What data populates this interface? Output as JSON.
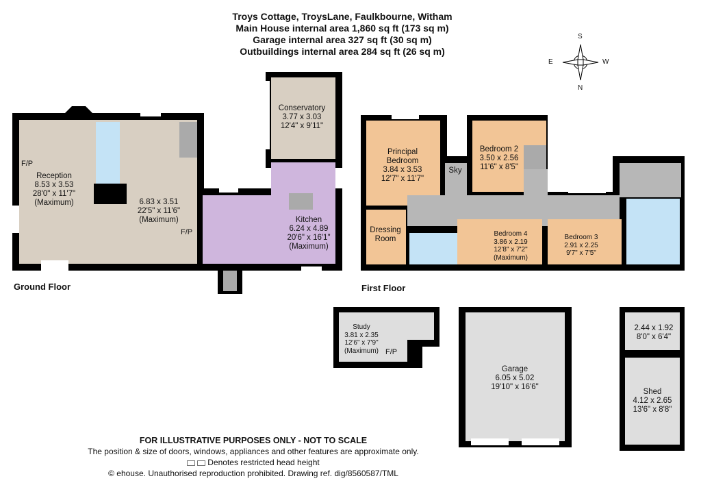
{
  "header": {
    "title": "Troys Cottage, TroysLane, Faulkbourne, Witham",
    "main_area": "Main House internal area 1,860 sq ft (173 sq m)",
    "garage_area": "Garage internal area 327 sq ft (30 sq m)",
    "outbuildings_area": "Outbuildings internal area 284 sq ft (26 sq m)"
  },
  "compass": {
    "n": "N",
    "s": "S",
    "e": "E",
    "w": "W"
  },
  "ground_floor": {
    "label": "Ground Floor",
    "fp": "F/P",
    "reception": {
      "name": "Reception",
      "metric": "8.53 x 3.53",
      "imperial": "28'0\" x 11'7\"",
      "note": "(Maximum)"
    },
    "living": {
      "metric": "6.83 x 3.51",
      "imperial": "22'5\" x 11'6\"",
      "note": "(Maximum)"
    },
    "conservatory": {
      "name": "Conservatory",
      "metric": "3.77 x 3.03",
      "imperial": "12'4\" x 9'11\""
    },
    "kitchen": {
      "name": "Kitchen",
      "metric": "6.24 x 4.89",
      "imperial": "20'6\" x 16'1\"",
      "note": "(Maximum)"
    }
  },
  "first_floor": {
    "label": "First Floor",
    "principal": {
      "name1": "Principal",
      "name2": "Bedroom",
      "metric": "3.84 x 3.53",
      "imperial": "12'7\" x 11'7\""
    },
    "bedroom2": {
      "name": "Bedroom 2",
      "metric": "3.50 x 2.56",
      "imperial": "11'6\" x 8'5\""
    },
    "bedroom3": {
      "name": "Bedroom 3",
      "metric": "2.91 x 2.25",
      "imperial": "9'7\" x 7'5\""
    },
    "bedroom4": {
      "name": "Bedroom 4",
      "metric": "3.86 x 2.19",
      "imperial": "12'8\" x 7'2\"",
      "note": "(Maximum)"
    },
    "dressing": {
      "name1": "Dressing",
      "name2": "Room"
    },
    "sky": "Sky"
  },
  "outbuildings": {
    "study": {
      "name": "Study",
      "metric": "3.81 x 2.35",
      "imperial": "12'6\" x 7'9\"",
      "note": "(Maximum)",
      "fp": "F/P"
    },
    "garage": {
      "name": "Garage",
      "metric": "6.05 x 5.02",
      "imperial": "19'10\" x 16'6\""
    },
    "store": {
      "metric": "2.44 x 1.92",
      "imperial": "8'0\" x 6'4\""
    },
    "shed": {
      "name": "Shed",
      "metric": "4.12 x 2.65",
      "imperial": "13'6\" x 8'8\""
    }
  },
  "footer": {
    "disclaimer": "FOR ILLUSTRATIVE PURPOSES ONLY - NOT TO SCALE",
    "note": "The position & size of doors, windows, appliances and other features are approximate only.",
    "legend": "Denotes restricted head height",
    "copyright": "© ehouse. Unauthorised reproduction prohibited. Drawing ref. dig/8560587/TML"
  },
  "colors": {
    "wall": "#000000",
    "beige": "#d8cfc2",
    "kitchen": "#cfb6dd",
    "bath": "#c4e3f6",
    "bedroom": "#f2c596",
    "hall": "#b7b7b7",
    "outbuilding": "#dedede"
  }
}
